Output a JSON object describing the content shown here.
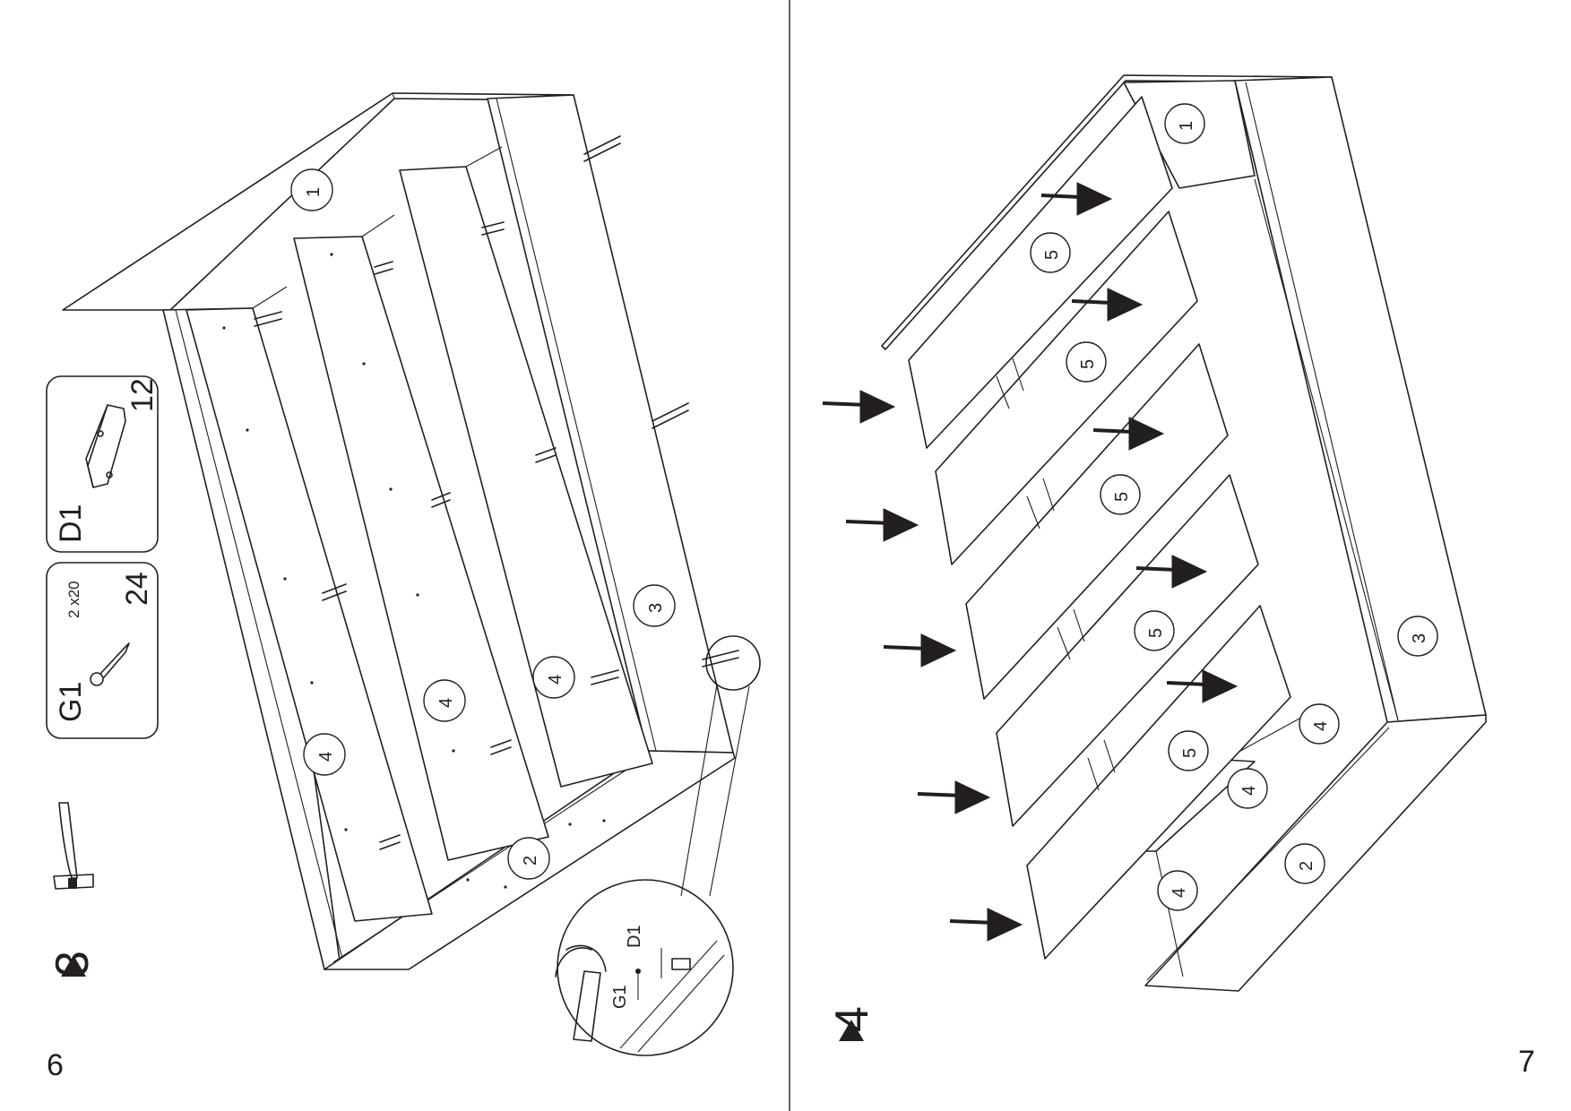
{
  "pages": [
    {
      "page_number": "6",
      "step": {
        "marker": "▲",
        "number": "3"
      },
      "parts": [
        {
          "code": "G1",
          "size": "2 x20",
          "quantity": "24",
          "icon": "nail-icon"
        },
        {
          "code": "D1",
          "quantity": "12",
          "icon": "bracket-icon"
        }
      ],
      "tool": "hammer-icon",
      "panel_labels": [
        "1",
        "2",
        "3",
        "4",
        "4",
        "4"
      ],
      "detail_labels": [
        "D1",
        "G1"
      ]
    },
    {
      "page_number": "7",
      "step": {
        "marker": "▲",
        "number": "4"
      },
      "panel_labels": [
        "1",
        "2",
        "3",
        "4",
        "4",
        "4",
        "5",
        "5",
        "5",
        "5",
        "5"
      ]
    }
  ]
}
